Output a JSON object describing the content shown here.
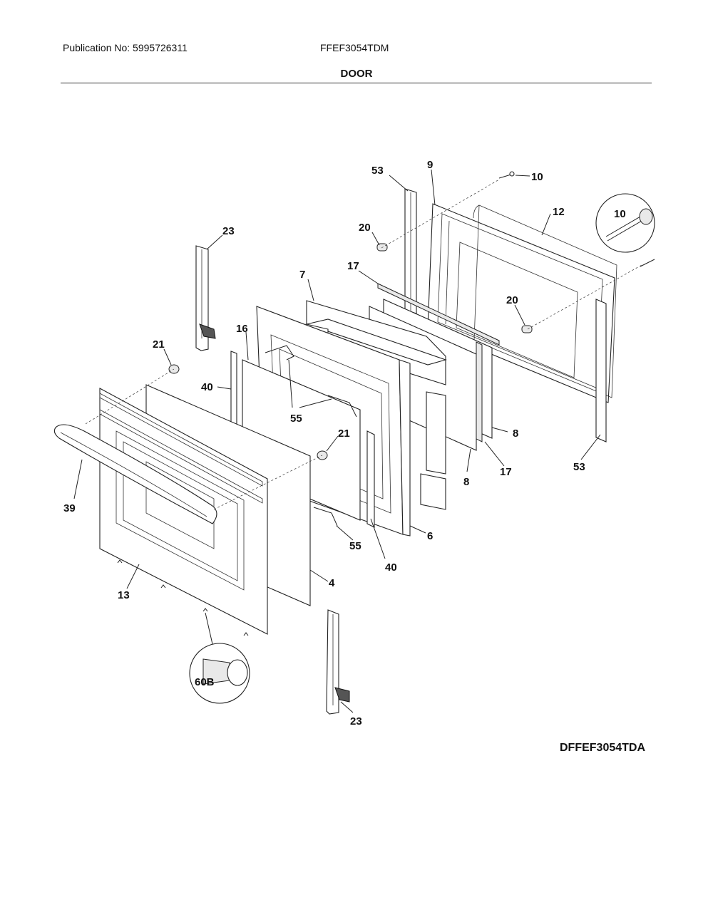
{
  "header": {
    "publication": "Publication No: 5995726311",
    "model": "FFEF3054TDM",
    "section": "DOOR"
  },
  "diagram_code": "DFFEF3054TDA",
  "callouts": {
    "c53a": "53",
    "c9": "9",
    "c10a": "10",
    "c10b": "10",
    "c12": "12",
    "c20a": "20",
    "c20b": "20",
    "c23a": "23",
    "c7": "7",
    "c17a": "17",
    "c16": "16",
    "c21a": "21",
    "c40a": "40",
    "c55a": "55",
    "c21b": "21",
    "c8a": "8",
    "c8b": "8",
    "c17b": "17",
    "c53b": "53",
    "c6": "6",
    "c39": "39",
    "c55b": "55",
    "c40b": "40",
    "c13": "13",
    "c4": "4",
    "c60b": "60B",
    "c23b": "23"
  }
}
